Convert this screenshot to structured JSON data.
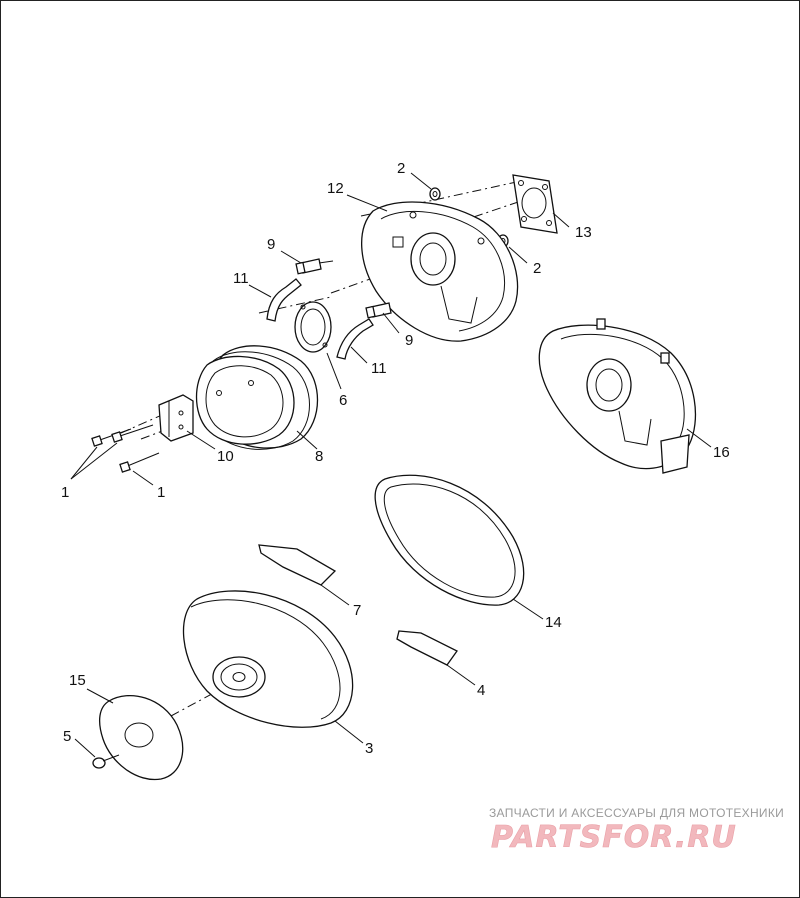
{
  "callouts": [
    {
      "id": "c2a",
      "text": "2"
    },
    {
      "id": "c12",
      "text": "12"
    },
    {
      "id": "c13",
      "text": "13"
    },
    {
      "id": "c2b",
      "text": "2"
    },
    {
      "id": "c9a",
      "text": "9"
    },
    {
      "id": "c11a",
      "text": "11"
    },
    {
      "id": "c9b",
      "text": "9"
    },
    {
      "id": "c11b",
      "text": "11"
    },
    {
      "id": "c6",
      "text": "6"
    },
    {
      "id": "c10",
      "text": "10"
    },
    {
      "id": "c8",
      "text": "8"
    },
    {
      "id": "c1a",
      "text": "1"
    },
    {
      "id": "c1b",
      "text": "1"
    },
    {
      "id": "c16",
      "text": "16"
    },
    {
      "id": "c7",
      "text": "7"
    },
    {
      "id": "c14",
      "text": "14"
    },
    {
      "id": "c4",
      "text": "4"
    },
    {
      "id": "c15",
      "text": "15"
    },
    {
      "id": "c5",
      "text": "5"
    },
    {
      "id": "c3",
      "text": "3"
    }
  ],
  "watermark": {
    "subtitle": "ЗАПЧАСТИ И АКСЕССУАРЫ ДЛЯ МОТОТЕХНИКИ",
    "brand": "PARTSFOR.RU"
  }
}
